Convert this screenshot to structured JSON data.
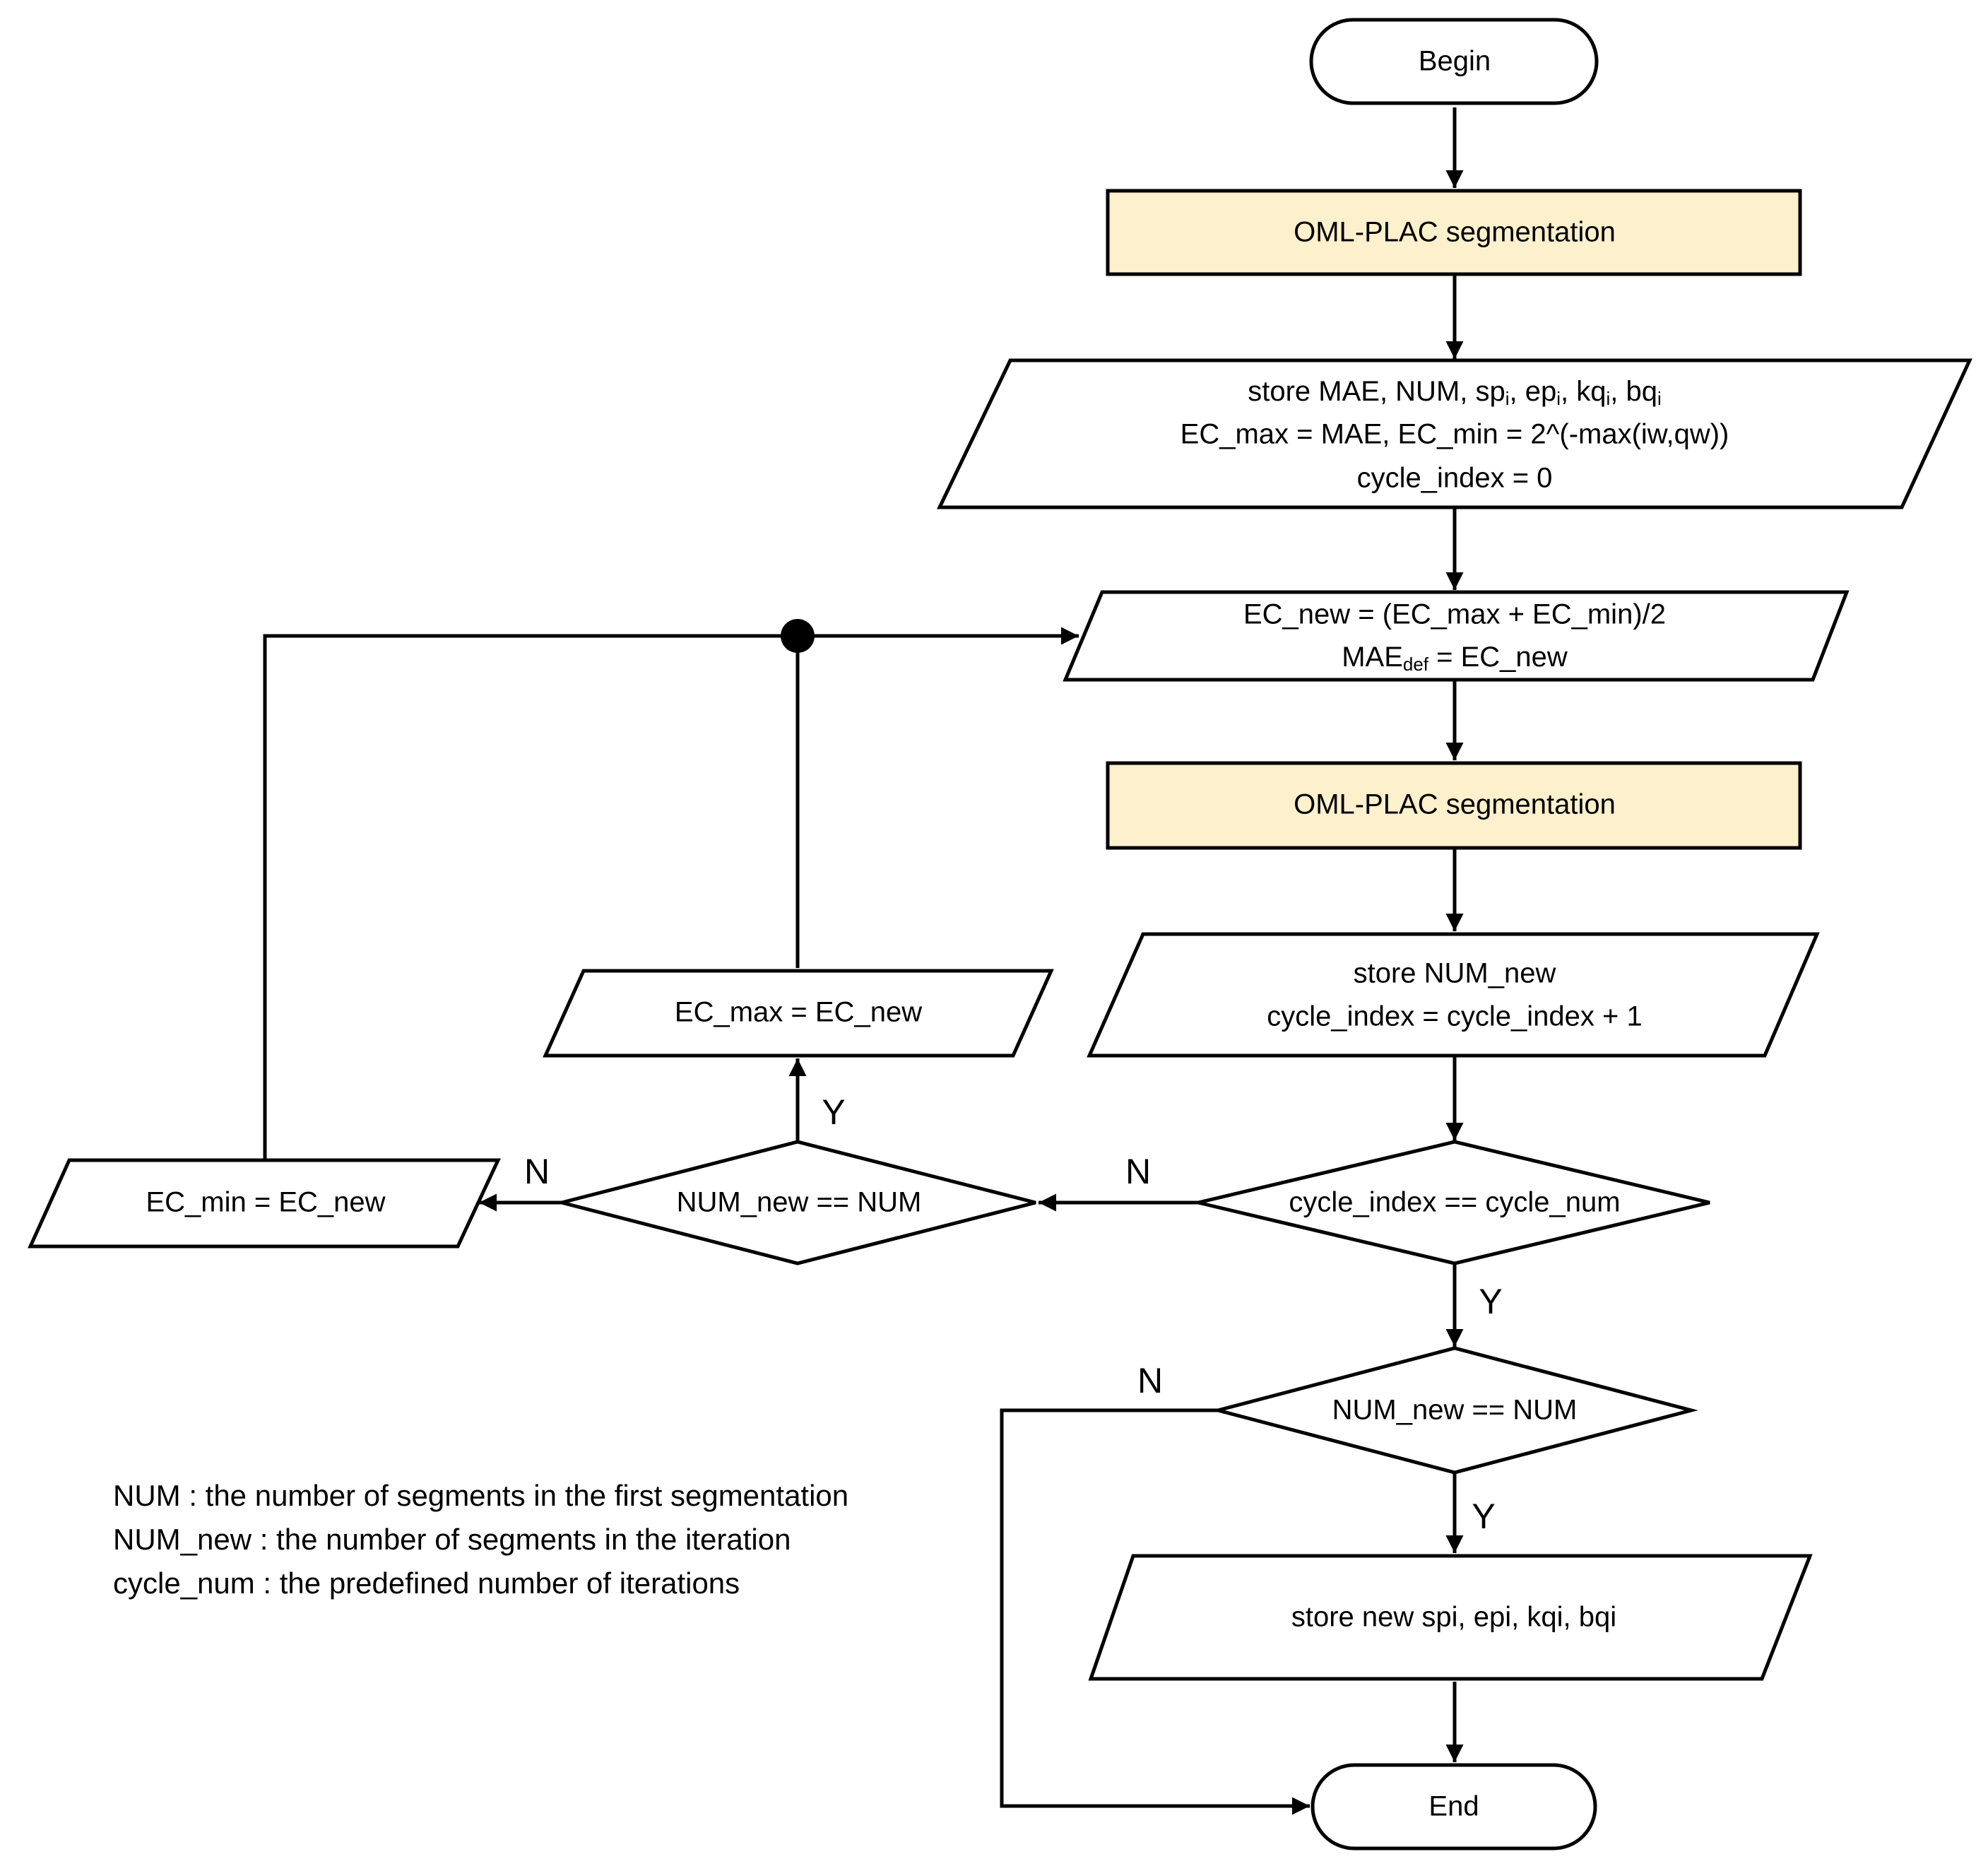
{
  "nodes": {
    "begin": {
      "text": "Begin"
    },
    "seg1": {
      "text": "OML-PLAC segmentation"
    },
    "store1": {
      "line1": {
        "p1": "store MAE, NUM, sp",
        "s1": "i",
        "p2": ", ep",
        "s2": "i",
        "p3": ", kq",
        "s3": "i",
        "p4": ", bq",
        "s4": "i"
      },
      "line2": "EC_max = MAE, EC_min = 2^(-max(iw,qw))",
      "line3": "cycle_index = 0"
    },
    "ecnew": {
      "line1": "EC_new = (EC_max + EC_min)/2",
      "line2": {
        "pre": "MAE",
        "sub": "def",
        "post": " = EC_new"
      }
    },
    "seg2": {
      "text": "OML-PLAC segmentation"
    },
    "store2": {
      "line1": "store NUM_new",
      "line2": "cycle_index = cycle_index + 1"
    },
    "cond_cycle": {
      "text": "cycle_index == cycle_num"
    },
    "cond_num_left": {
      "text": "NUM_new == NUM"
    },
    "ecmax": {
      "text": "EC_max = EC_new"
    },
    "ecmin": {
      "text": "EC_min = EC_new"
    },
    "cond_num_bottom": {
      "text": "NUM_new == NUM"
    },
    "store3": {
      "text": "store new spi, epi, kqi, bqi"
    },
    "end": {
      "text": "End"
    }
  },
  "edge_labels": {
    "cycle_no": "N",
    "cycle_yes": "Y",
    "num_left_yes": "Y",
    "num_left_no": "N",
    "num_bottom_no": "N",
    "num_bottom_yes": "Y"
  },
  "legend": [
    "NUM : the number of segments in the first segmentation",
    "NUM_new : the number of segments in the iteration",
    "cycle_num : the predefined number of iterations"
  ],
  "colors": {
    "highlight_fill": "#fdf0cc",
    "stroke": "#000000"
  }
}
